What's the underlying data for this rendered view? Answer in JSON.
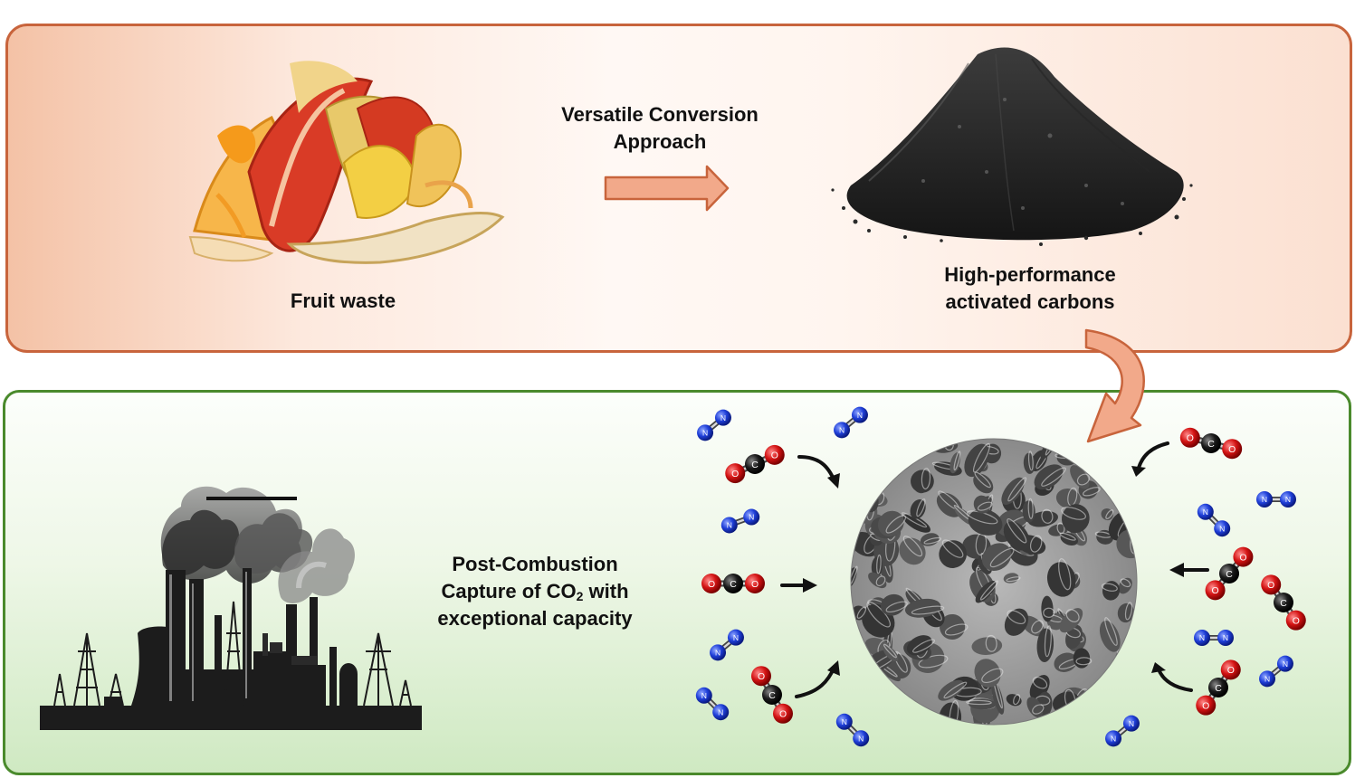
{
  "top_panel": {
    "fruit_label": "Fruit waste",
    "conversion_line1": "Versatile Conversion",
    "conversion_line2": "Approach",
    "carbon_line1": "High-performance",
    "carbon_line2": "activated carbons"
  },
  "bottom_panel": {
    "capture_line1": "Post-Combustion",
    "capture_line2_pre": "Capture of CO",
    "capture_line2_sub": "2",
    "capture_line2_post": " with",
    "capture_line3": "exceptional capacity"
  },
  "molecule_letters": {
    "nitrogen": "N",
    "carbon": "C",
    "oxygen": "O"
  },
  "colors": {
    "top_border": "#c8643c",
    "bottom_border": "#4a8a2c",
    "arrow_fill": "#f2a98a",
    "nitrogen": "#1f3fd9",
    "oxygen": "#d41414",
    "carbon": "#1a1a1a"
  }
}
